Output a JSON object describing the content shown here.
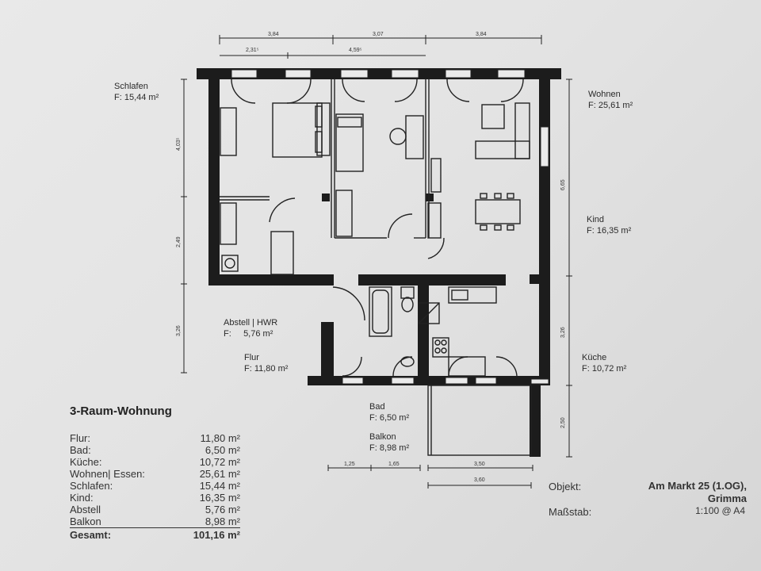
{
  "rooms": {
    "schlafen": {
      "name": "Schlafen",
      "area": "F: 15,44 m²"
    },
    "wohnen": {
      "name": "Wohnen",
      "area": "F: 25,61 m²"
    },
    "kind": {
      "name": "Kind",
      "area": "F: 16,35 m²"
    },
    "abstell": {
      "name": "Abstell | HWR",
      "area_prefix": "F:",
      "area": "5,76 m²"
    },
    "flur": {
      "name": "Flur",
      "area": "F: 11,80 m²"
    },
    "kueche": {
      "name": "Küche",
      "area": "F: 10,72 m²"
    },
    "bad": {
      "name": "Bad",
      "area": "F: 6,50 m²"
    },
    "balkon": {
      "name": "Balkon",
      "area": "F: 8,98 m²"
    }
  },
  "dimensions": {
    "top": [
      "3,84",
      "3,07",
      "3,84"
    ],
    "top_sub": [
      "2,31⁵",
      "4,59⁵"
    ],
    "left": [
      "4,03⁵",
      "2,49",
      "3,26"
    ],
    "right": [
      "6,65",
      "3,26",
      "2,50"
    ],
    "bottom": [
      "1,25",
      "1,65",
      "3,50",
      "3,60"
    ]
  },
  "summary": {
    "title": "3-Raum-Wohnung",
    "rows": [
      {
        "label": "Flur:",
        "value": "11,80 m²"
      },
      {
        "label": "Bad:",
        "value": "6,50 m²"
      },
      {
        "label": "Küche:",
        "value": "10,72 m²"
      },
      {
        "label": "Wohnen| Essen:",
        "value": "25,61 m²"
      },
      {
        "label": "Schlafen:",
        "value": "15,44 m²"
      },
      {
        "label": "Kind:",
        "value": "16,35 m²"
      },
      {
        "label": "Abstell",
        "value": "5,76 m²"
      },
      {
        "label": "Balkon",
        "value": "8,98 m²"
      }
    ],
    "total": {
      "label": "Gesamt:",
      "value": "101,16 m²"
    }
  },
  "info": {
    "objekt_label": "Objekt:",
    "objekt_value_1": "Am Markt 25 (1.OG),",
    "objekt_value_2": "Grimma",
    "massstab_label": "Maßstab:",
    "massstab_value": "1:100 @ A4"
  }
}
